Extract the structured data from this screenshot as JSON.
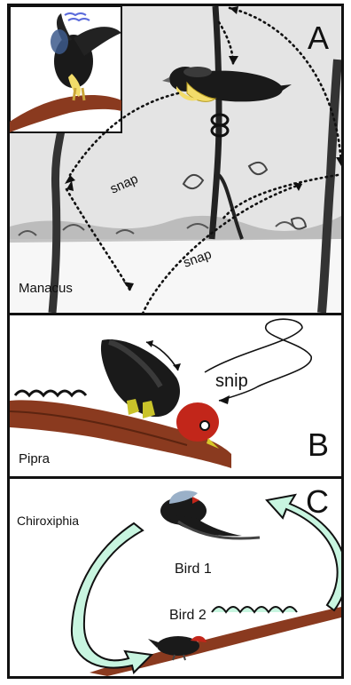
{
  "panels": {
    "a": {
      "letter": "A",
      "species": "Manacus",
      "sound_1": "snap",
      "sound_2": "snap"
    },
    "b": {
      "letter": "B",
      "species": "Pipra",
      "sound": "snip"
    },
    "c": {
      "letter": "C",
      "species": "Chiroxiphia",
      "bird_1": "Bird 1",
      "bird_2": "Bird 2"
    }
  },
  "colors": {
    "arrow_fill": "#c8f5e0",
    "bird_black": "#1a1a1a",
    "manakin_yellow": "#f2dc6a",
    "pipra_red": "#c2261a",
    "branch_brown": "#8a3a1f"
  }
}
